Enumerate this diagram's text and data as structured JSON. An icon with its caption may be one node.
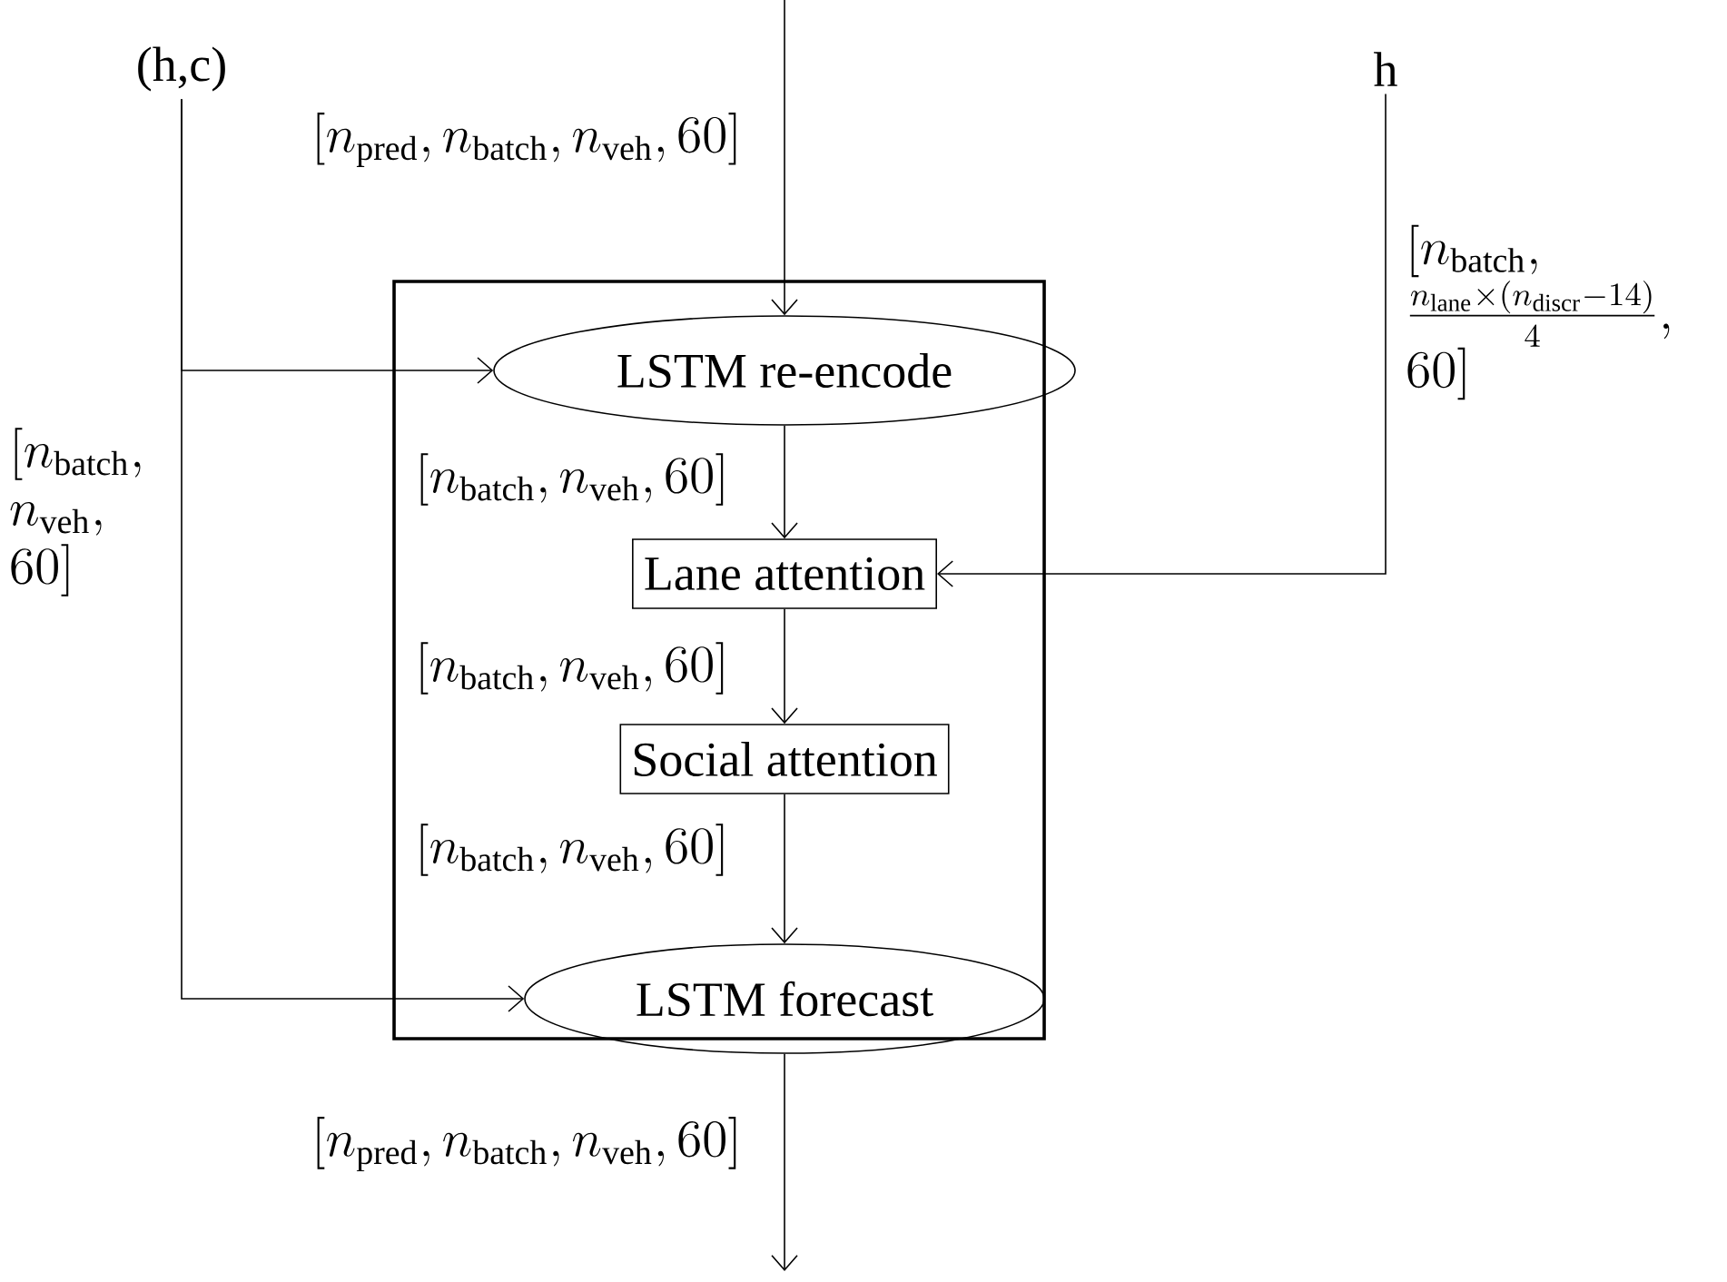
{
  "diagram": {
    "nodes": [
      {
        "text": [],
        "shape": "box"
      },
      {
        "text": [
          "(h,c)"
        ]
      },
      {
        "text": [
          "h"
        ]
      },
      {
        "text": [
          "LSTM re-encode"
        ],
        "in": 0
      },
      {
        "text": [
          "Lane attention"
        ],
        "in": 0
      },
      {
        "text": [
          "Social attention"
        ],
        "in": 0
      },
      {
        "text": [
          "LSTM forecast"
        ],
        "in": 0
      }
    ],
    "edges": [
      {
        "from": null,
        "to": 3,
        "arrow": "to",
        "label": "[n_\\mathrm{pred}, n_\\mathrm{batch}, n_\\mathrm{veh}, 60]"
      },
      {
        "from": 1,
        "to": 3,
        "arrow": "to",
        "label": "[n_\\mathrm{batch},\\allowbreak n_\\mathrm{veh},\\allowbreak 60]"
      },
      {
        "from": 1,
        "to": 6,
        "arrow": "to"
      },
      {
        "from": 3,
        "to": 4,
        "arrow": "to",
        "label": "[n_\\mathrm{batch}, n_\\mathrm{veh}, 60]"
      },
      {
        "from": 2,
        "to": 4,
        "arrow": "to",
        "label": "[n_\\mathrm{batch},\\allowbreak \\frac{n_\\mathrm{lane} \\times (n_\\mathrm{discr} - 14)}{4},\\allowbreak 60]"
      },
      {
        "from": 4,
        "to": 5,
        "arrow": "to",
        "label": "[n_\\mathrm{batch}, n_\\mathrm{veh}, 60]"
      },
      {
        "from": 5,
        "to": 6,
        "arrow": "to",
        "label": "[n_\\mathrm{batch}, n_\\mathrm{veh}, 60]"
      },
      {
        "from": 6,
        "to": null,
        "arrow": "to",
        "label": "[n_\\mathrm{pred}, n_\\mathrm{batch}, n_\\mathrm{veh}, 60]"
      }
    ]
  }
}
